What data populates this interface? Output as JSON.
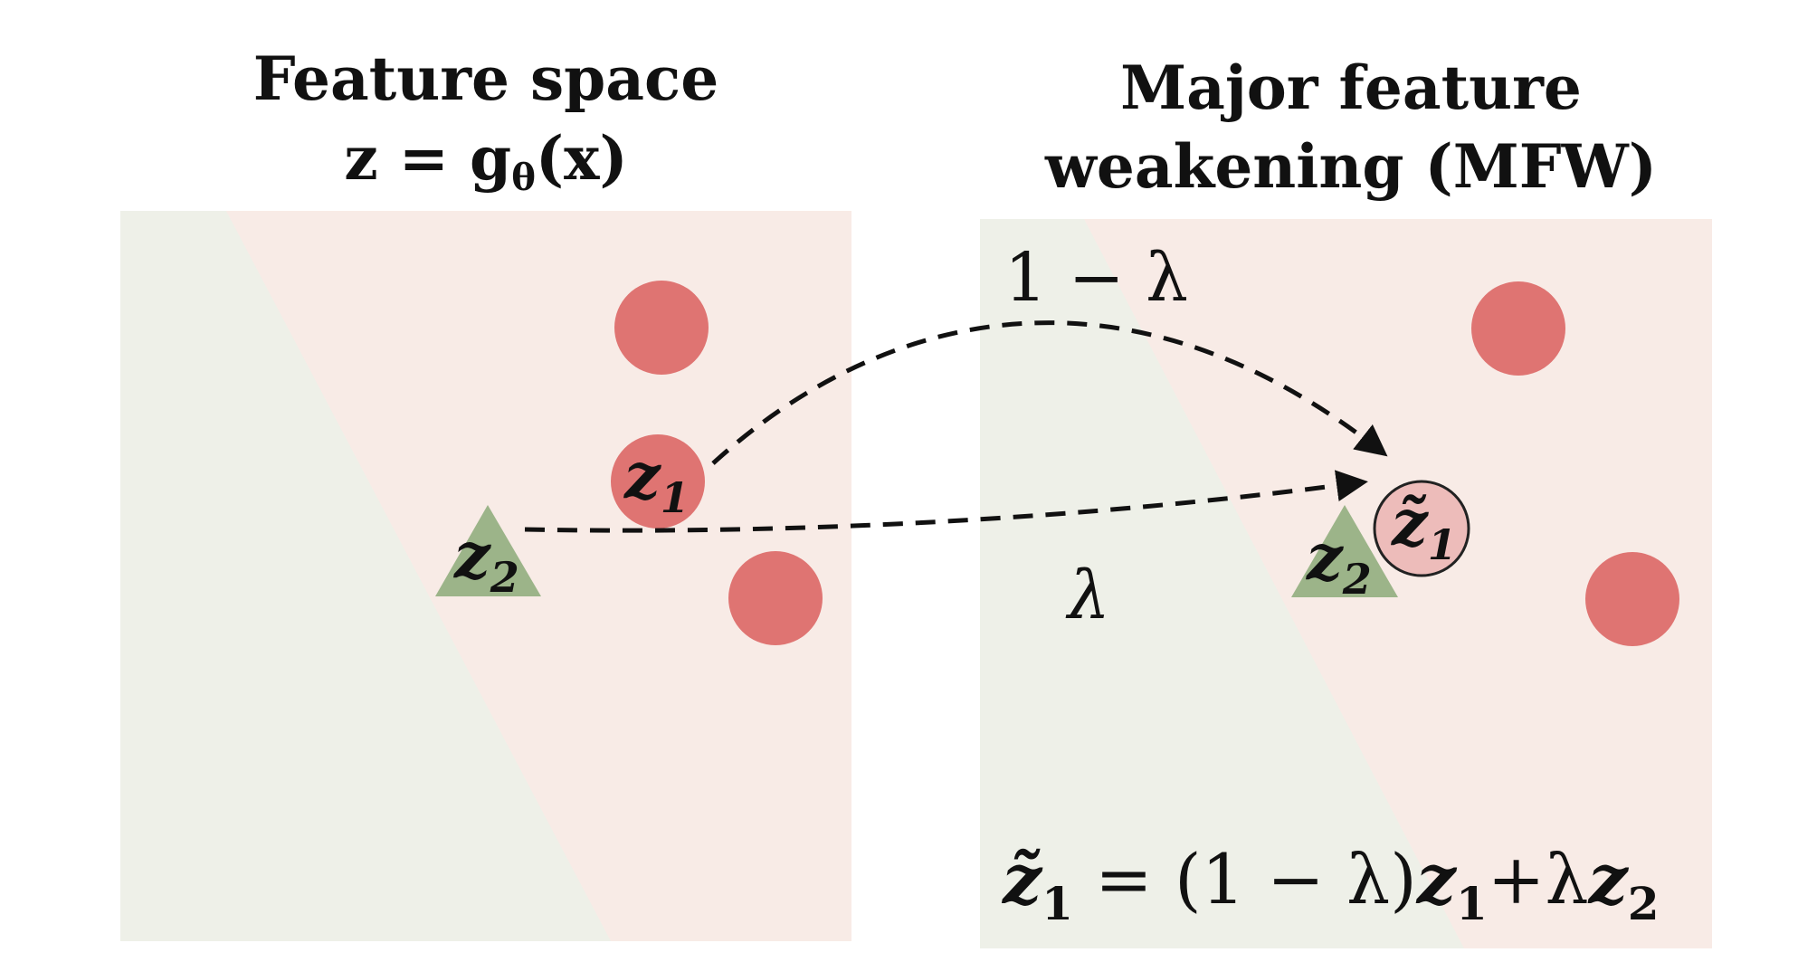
{
  "left_panel": {
    "title_line1": "Feature space",
    "title_line2_prefix": "z = g",
    "title_line2_sub": "θ",
    "title_line2_suffix": "(x)",
    "point_z1": "z",
    "point_z1_sub": "1",
    "point_z2": "z",
    "point_z2_sub": "2"
  },
  "right_panel": {
    "title_line1": "Major feature",
    "title_line2": "weakening (MFW)",
    "point_z1_tilde": "z̃",
    "point_z1_tilde_sub": "1",
    "point_z2": "z",
    "point_z2_sub": "2"
  },
  "arrows": {
    "upper_label": "1 − λ",
    "lower_label": "λ"
  },
  "formula": {
    "lhs": "z̃",
    "lhs_sub": "1",
    "eq": " = (1 − λ)",
    "z1": "z",
    "z1_sub": "1",
    "plus": "+λ",
    "z2": "z",
    "z2_sub": "2"
  },
  "colors": {
    "region_green": "#eef0e8",
    "region_pink": "#f8ebe6",
    "red_point": "#df7472",
    "light_red_point": "#edbcba",
    "green_triangle": "#9cb489",
    "arrow": "#111111"
  }
}
